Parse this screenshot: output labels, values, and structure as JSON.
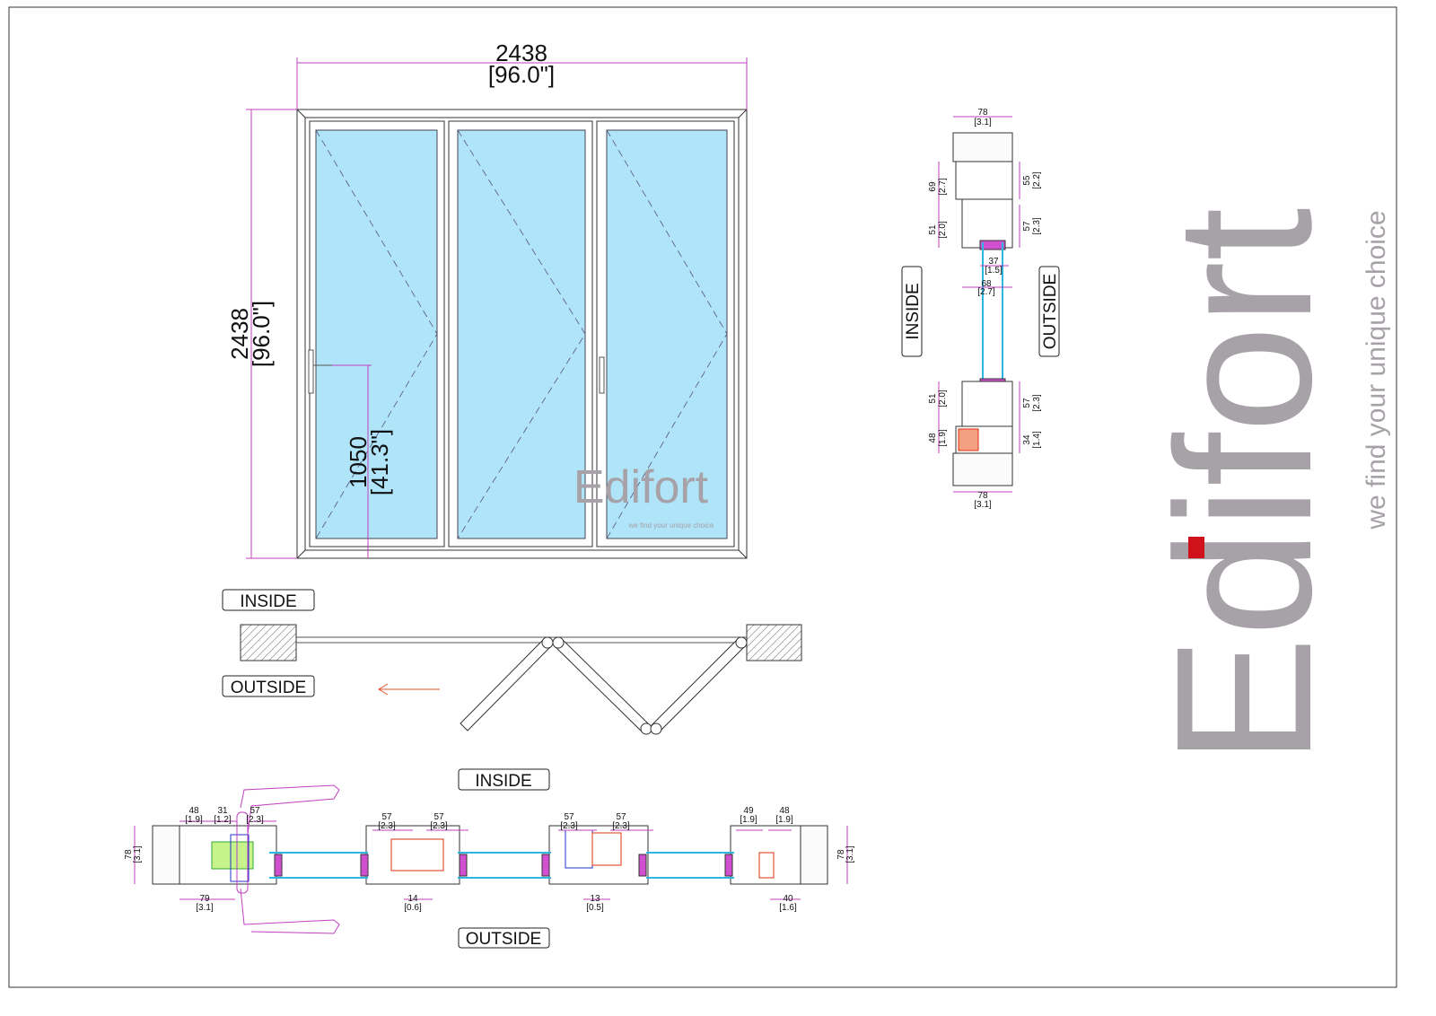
{
  "elevation": {
    "width_mm": "2438",
    "width_in": "[96.0\"]",
    "height_mm": "2438",
    "height_in": "[96.0\"]",
    "handle_mm": "1050",
    "handle_in": "[41.3\"]",
    "glass_color": "#b0e4f8",
    "watermark": {
      "brand": "Edifort",
      "tagline": "we find your unique choice"
    }
  },
  "plan": {
    "inside": "INSIDE",
    "outside": "OUTSIDE",
    "arrow_color": "#e0502a"
  },
  "vertical_section": {
    "inside": "INSIDE",
    "outside": "OUTSIDE",
    "dims": [
      {
        "mm": "78",
        "in": "[3.1]"
      },
      {
        "mm": "69",
        "in": "[2.7]"
      },
      {
        "mm": "55",
        "in": "[2.2]"
      },
      {
        "mm": "51",
        "in": "[2.0]"
      },
      {
        "mm": "57",
        "in": "[2.3]"
      },
      {
        "mm": "37",
        "in": "[1.5]"
      },
      {
        "mm": "68",
        "in": "[2.7]"
      },
      {
        "mm": "51",
        "in": "[2.0]"
      },
      {
        "mm": "57",
        "in": "[2.3]"
      },
      {
        "mm": "48",
        "in": "[1.9]"
      },
      {
        "mm": "34",
        "in": "[1.4]"
      },
      {
        "mm": "78",
        "in": "[3.1]"
      }
    ]
  },
  "horizontal_section": {
    "inside": "INSIDE",
    "outside": "OUTSIDE",
    "dims": [
      {
        "mm": "78",
        "in": "[3.1]"
      },
      {
        "mm": "48",
        "in": "[1.9]"
      },
      {
        "mm": "31",
        "in": "[1.2]"
      },
      {
        "mm": "57",
        "in": "[2.3]"
      },
      {
        "mm": "79",
        "in": "[3.1]"
      },
      {
        "mm": "57",
        "in": "[2.3]"
      },
      {
        "mm": "57",
        "in": "[2.3]"
      },
      {
        "mm": "14",
        "in": "[0.6]"
      },
      {
        "mm": "57",
        "in": "[2.3]"
      },
      {
        "mm": "57",
        "in": "[2.3]"
      },
      {
        "mm": "13",
        "in": "[0.5]"
      },
      {
        "mm": "49",
        "in": "[1.9]"
      },
      {
        "mm": "48",
        "in": "[1.9]"
      },
      {
        "mm": "40",
        "in": "[1.6]"
      },
      {
        "mm": "78",
        "in": "[3.1]"
      }
    ]
  },
  "logo": {
    "brand": "Edifort",
    "tagline": "we find your unique choice",
    "brand_color": "#a7a1a8",
    "accent_color": "#d0101a"
  }
}
